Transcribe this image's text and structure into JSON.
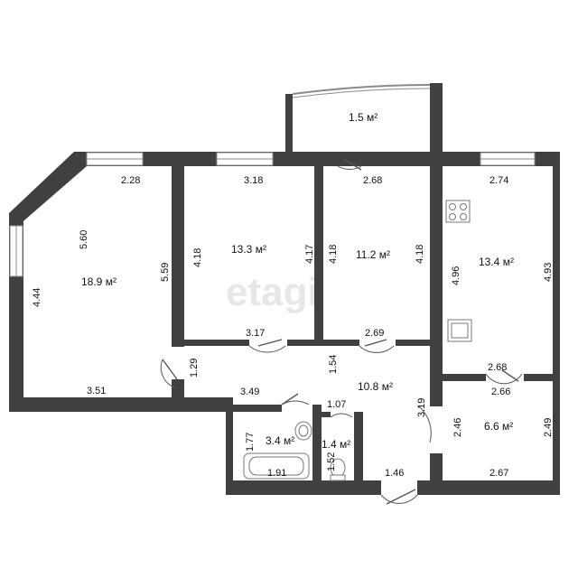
{
  "watermark": "etagi",
  "rooms": {
    "balcony": {
      "area": "1.5 м²"
    },
    "room_left": {
      "area": "18.9 м²",
      "dims": [
        "2.28",
        "5.60",
        "5.59",
        "4.44",
        "3.51"
      ]
    },
    "room_mid": {
      "area": "13.3 м²",
      "dims": [
        "3.18",
        "4.18",
        "4.17",
        "3.17"
      ]
    },
    "room_b": {
      "area": "11.2 м²",
      "dims": [
        "2.68",
        "4.18",
        "4.18",
        "2.69"
      ]
    },
    "kitchen": {
      "area": "13.4 м²",
      "dims": [
        "2.74",
        "4.96",
        "4.93",
        "2.68"
      ]
    },
    "hall": {
      "area": "10.8 м²",
      "dims": [
        "1.29",
        "1.54",
        "3.49",
        "3.19",
        "1.46"
      ]
    },
    "bath": {
      "area": "3.4 м²",
      "dims": [
        "1.77",
        "1.91"
      ]
    },
    "wc": {
      "area": "1.4 м²",
      "dims": [
        "1.07",
        "1.52"
      ]
    },
    "room_sm": {
      "area": "6.6 м²",
      "dims": [
        "2.66",
        "2.46",
        "2.49",
        "2.67"
      ]
    }
  }
}
